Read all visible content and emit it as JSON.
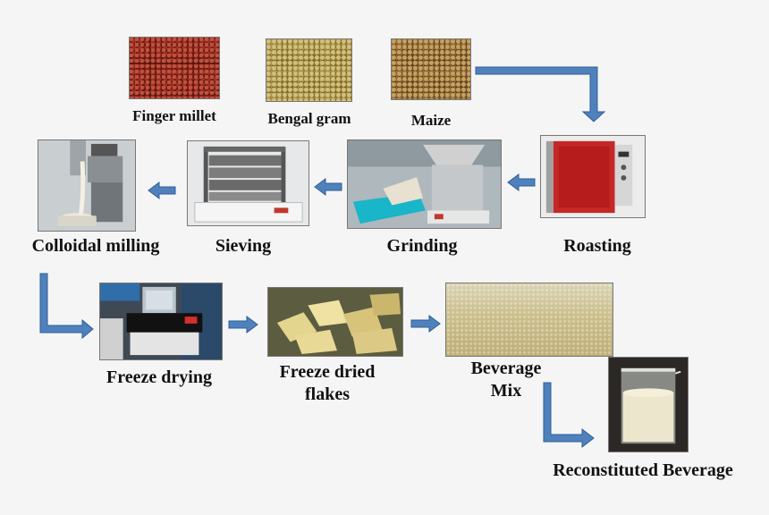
{
  "diagram": {
    "labels": {
      "finger_millet": "Finger millet",
      "bengal_gram": "Bengal gram",
      "maize": "Maize",
      "roasting": "Roasting",
      "grinding": "Grinding",
      "sieving": "Sieving",
      "colloidal_milling": "Colloidal milling",
      "freeze_drying": "Freeze drying",
      "freeze_dried_flakes_line1": "Freeze dried",
      "freeze_dried_flakes_line2": "flakes",
      "beverage_mix_line1": "Beverage",
      "beverage_mix_line2": "Mix",
      "reconstituted_beverage": "Reconstituted Beverage"
    },
    "colors": {
      "arrow_fill": "#4f81bd",
      "arrow_stroke": "#2f5f95",
      "background": "#f5f5f5"
    }
  }
}
